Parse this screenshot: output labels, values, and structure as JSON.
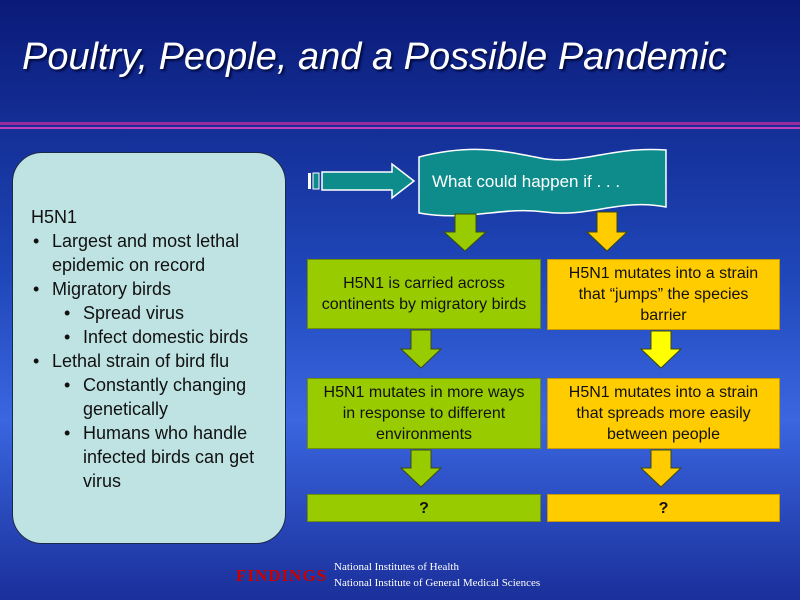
{
  "slide": {
    "title": "Poultry, People, and a Possible Pandemic"
  },
  "left_panel": {
    "heading": "H5N1",
    "items": [
      {
        "level": 1,
        "text": "Largest and most lethal epidemic on record"
      },
      {
        "level": 1,
        "text": "Migratory birds"
      },
      {
        "level": 2,
        "text": "Spread virus"
      },
      {
        "level": 2,
        "text": "Infect domestic birds"
      },
      {
        "level": 1,
        "text": "Lethal strain of bird flu"
      },
      {
        "level": 2,
        "text": "Constantly changing genetically"
      },
      {
        "level": 2,
        "text": "Humans who handle infected birds can get virus"
      }
    ]
  },
  "flow": {
    "banner": "What could happen if . . .",
    "green_1": "H5N1 is carried across continents by migratory birds",
    "green_2": "H5N1 mutates in more ways in response to different environments",
    "green_3": "?",
    "yellow_1": "H5N1 mutates into a strain that “jumps” the species barrier",
    "yellow_2": "H5N1 mutates into a strain that spreads more easily between people",
    "yellow_3": "?"
  },
  "colors": {
    "green": "#99cc00",
    "yellow": "#ffcc00",
    "teal": "#0e8c8c",
    "panel": "#bfe3e2"
  },
  "footer": {
    "logo": "FINDINGS",
    "line1": "National Institutes of Health",
    "line2": "National Institute of General Medical Sciences"
  }
}
